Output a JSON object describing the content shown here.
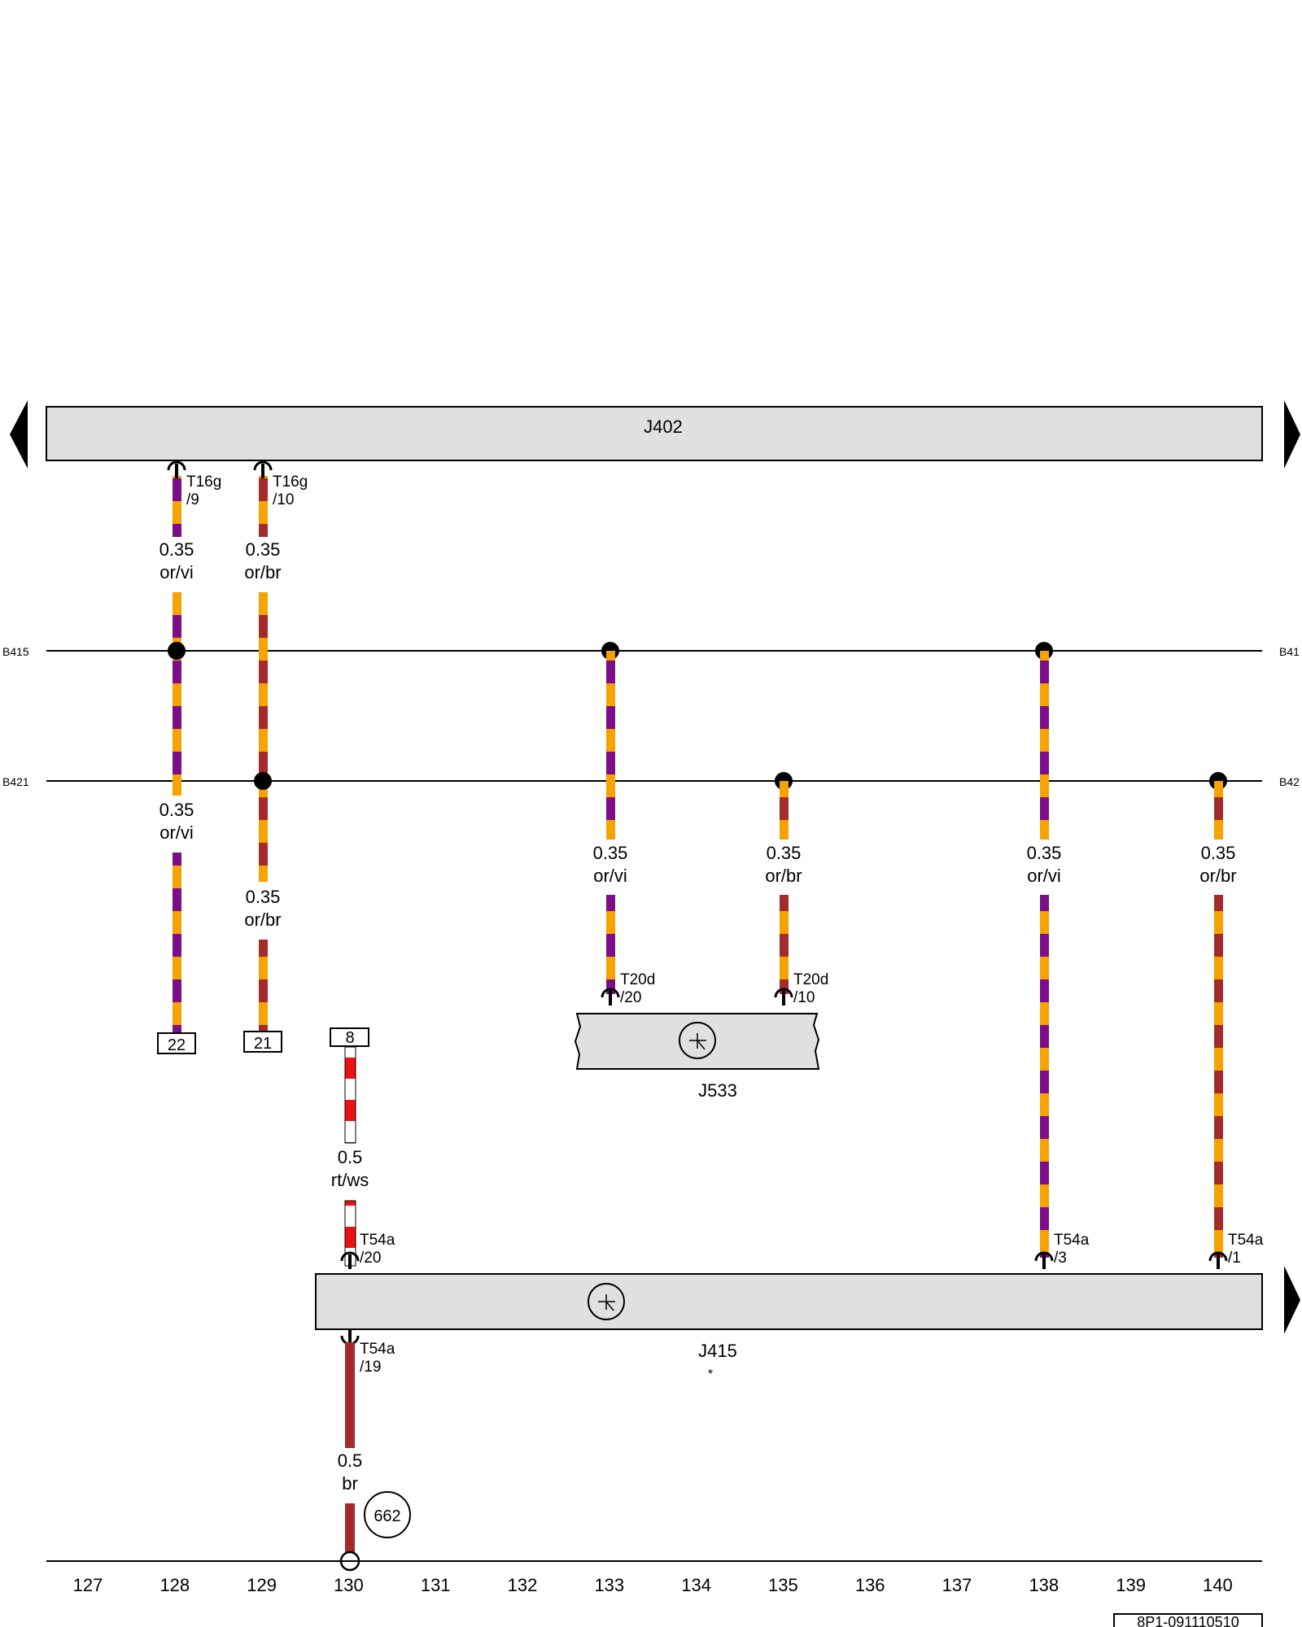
{
  "components": {
    "j402": "J402",
    "j533": "J533",
    "j415": "J415",
    "j415_note": "*"
  },
  "bus_labels": {
    "b415_left": "B415",
    "b415_right": "B41",
    "b421_left": "B421",
    "b421_right": "B42"
  },
  "pins": {
    "t16g_9": {
      "conn": "T16g",
      "pin": "/9"
    },
    "t16g_10": {
      "conn": "T16g",
      "pin": "/10"
    },
    "t20d_20": {
      "conn": "T20d",
      "pin": "/20"
    },
    "t20d_10": {
      "conn": "T20d",
      "pin": "/10"
    },
    "t54a_20": {
      "conn": "T54a",
      "pin": "/20"
    },
    "t54a_3": {
      "conn": "T54a",
      "pin": "/3"
    },
    "t54a_1": {
      "conn": "T54a",
      "pin": "/1"
    },
    "t54a_19": {
      "conn": "T54a",
      "pin": "/19"
    }
  },
  "wires": {
    "w128_top": {
      "size": "0.35",
      "color": "or/vi"
    },
    "w129_top": {
      "size": "0.35",
      "color": "or/br"
    },
    "w128_bot": {
      "size": "0.35",
      "color": "or/vi"
    },
    "w129_bot": {
      "size": "0.35",
      "color": "or/br"
    },
    "w133": {
      "size": "0.35",
      "color": "or/vi"
    },
    "w135": {
      "size": "0.35",
      "color": "or/br"
    },
    "w138": {
      "size": "0.35",
      "color": "or/vi"
    },
    "w140": {
      "size": "0.35",
      "color": "or/br"
    },
    "w130_rtws": {
      "size": "0.5",
      "color": "rt/ws"
    },
    "w130_br": {
      "size": "0.5",
      "color": "br"
    }
  },
  "refs": {
    "box22": "22",
    "box21": "21",
    "box8": "8",
    "ground_ref": "662"
  },
  "wire_colors": {
    "or": "#f5a300",
    "vi": "#7b0f8a",
    "br": "#a52a2a",
    "rt": "#ee1111",
    "ws": "#ffffff"
  },
  "component_fill": "#e0e0e0",
  "track_numbers": [
    "127",
    "128",
    "129",
    "130",
    "131",
    "132",
    "133",
    "134",
    "135",
    "136",
    "137",
    "138",
    "139",
    "140"
  ],
  "doc_id": "8P1-091110510"
}
